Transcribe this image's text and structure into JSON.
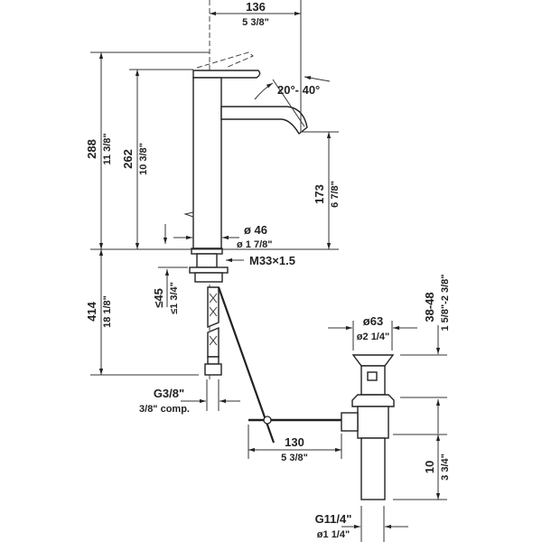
{
  "title": "Faucet and pop-up waste dimension drawing",
  "dimensions": {
    "spout_reach": {
      "mm": "136",
      "inch": "5 3/8\""
    },
    "spout_angle": "20°- 40°",
    "total_height": {
      "mm": "288",
      "inch": "11 3/8\""
    },
    "body_height": {
      "mm": "262",
      "inch": "10 3/8\""
    },
    "spout_height": {
      "mm": "173",
      "inch": "6 7/8\""
    },
    "body_diameter": {
      "mm": "ø 46",
      "inch": "ø 1 7/8\""
    },
    "thread": "M33×1.5",
    "deck_thickness": {
      "mm": "≤45",
      "inch": "≤1 3/4\""
    },
    "hose_length": {
      "mm": "414",
      "inch": "18 1/8\""
    },
    "hose_connection": {
      "thread": "G3/8\"",
      "note": "3/8\" comp."
    },
    "rod_length": {
      "mm": "130",
      "inch": "5 3/8\""
    },
    "drain_diameter": {
      "mm": "ø63",
      "inch": "ø2 1/4\""
    },
    "basin_thickness": {
      "mm": "38-48",
      "inch": "1 5/8\"-2 3/8\""
    },
    "tail_length": {
      "mm": "10",
      "inch": "3 3/4\""
    },
    "drain_outlet": {
      "thread": "G11/4\"",
      "inch": "ø1 1/4\""
    }
  }
}
